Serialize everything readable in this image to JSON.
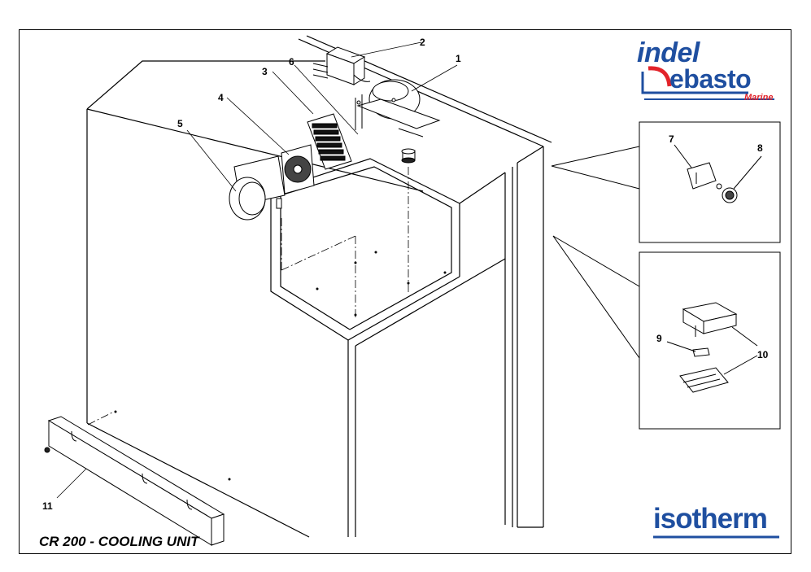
{
  "title": "CR 200 - COOLING UNIT",
  "brand": {
    "indel": "indel",
    "webasto": "ebasto",
    "marine": "Marine",
    "isotherm": "isotherm",
    "blue": "#1f4fa0",
    "red": "#e2232a"
  },
  "callouts": [
    "1",
    "2",
    "3",
    "4",
    "5",
    "6",
    "7",
    "8",
    "9",
    "10",
    "11"
  ]
}
